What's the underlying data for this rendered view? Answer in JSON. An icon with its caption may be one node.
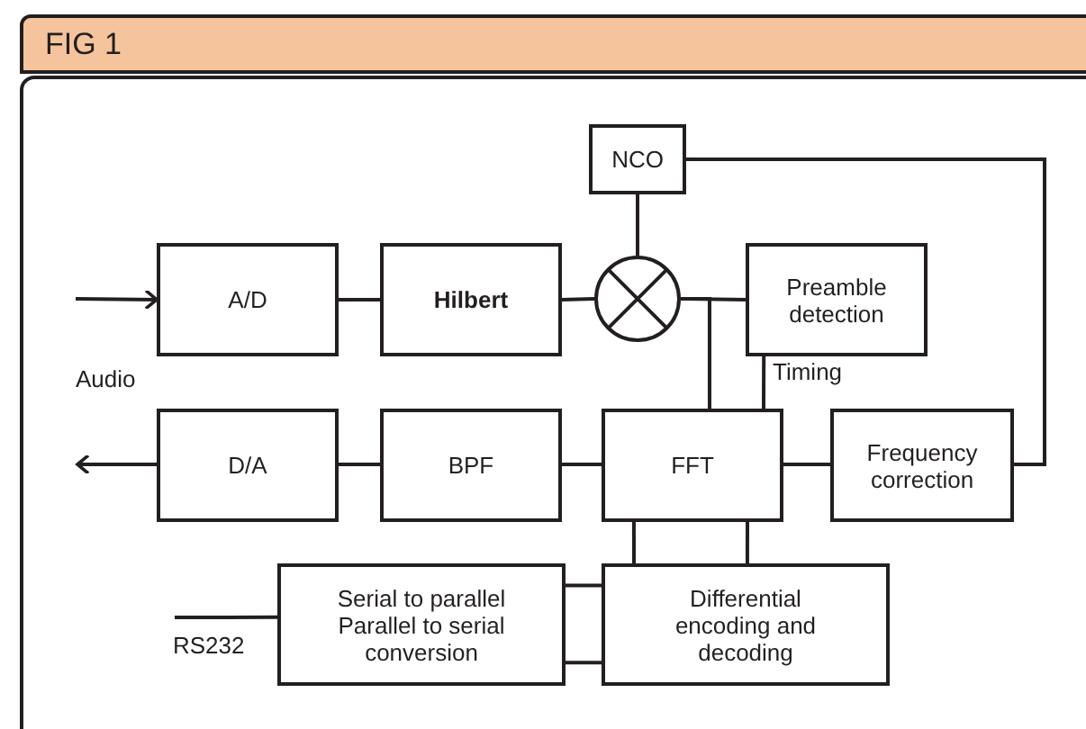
{
  "diagram": {
    "title": "FIG 1",
    "nodes": [
      {
        "text": [
          "NCO"
        ]
      },
      {
        "text": [
          "A/D"
        ]
      },
      {
        "text": [
          "Hilbert"
        ]
      },
      {
        "text": [],
        "shape": "circle"
      },
      {
        "text": [
          "Preamble detection"
        ]
      },
      {
        "text": [
          "D/A"
        ]
      },
      {
        "text": [
          "BPF"
        ]
      },
      {
        "text": [
          "FFT"
        ]
      },
      {
        "text": [
          "Frequency correction"
        ]
      },
      {
        "text": [
          "Serial to parallel",
          "Parallel to serial conversion"
        ]
      },
      {
        "text": [
          "Differential encoding and decoding"
        ]
      }
    ],
    "edges": [
      {
        "from": null,
        "to": 1,
        "arrow": "to"
      },
      {
        "from": 1,
        "to": 2,
        "arrow": "none"
      },
      {
        "from": 2,
        "to": 3,
        "arrow": "none"
      },
      {
        "from": 0,
        "to": 3,
        "arrow": "none"
      },
      {
        "from": 3,
        "to": 4,
        "arrow": "none"
      },
      {
        "from": 3,
        "to": 7,
        "arrow": "none"
      },
      {
        "from": 4,
        "to": 7,
        "arrow": "none",
        "label": "Timing"
      },
      {
        "from": 7,
        "to": 8,
        "arrow": "none"
      },
      {
        "from": 8,
        "to": 0,
        "arrow": "none"
      },
      {
        "from": 7,
        "to": 6,
        "arrow": "none"
      },
      {
        "from": 6,
        "to": 5,
        "arrow": "none"
      },
      {
        "from": 5,
        "to": null,
        "arrow": "to"
      },
      {
        "from": 7,
        "to": 10,
        "arrow": "none"
      },
      {
        "from": 7,
        "to": 10,
        "arrow": "none"
      },
      {
        "from": 9,
        "to": 10,
        "arrow": "none"
      },
      {
        "from": 9,
        "to": 10,
        "arrow": "none"
      },
      {
        "from": 9,
        "to": null,
        "arrow": "none",
        "label": "RS232"
      }
    ],
    "labels": [
      "Audio"
    ]
  }
}
